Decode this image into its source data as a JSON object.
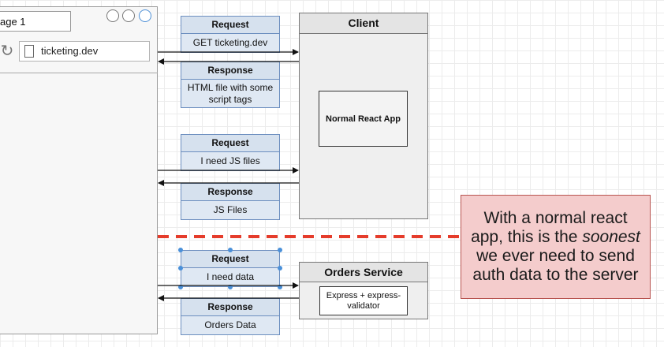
{
  "browser": {
    "tab_label": "age 1",
    "url": "ticketing.dev",
    "icons": [
      "reload-icon",
      "document-icon",
      "window-control-icon"
    ]
  },
  "messages": [
    {
      "header": "Request",
      "body": "GET ticketing.dev"
    },
    {
      "header": "Response",
      "body": "HTML file with some script tags"
    },
    {
      "header": "Request",
      "body": "I need JS files"
    },
    {
      "header": "Response",
      "body": "JS Files"
    },
    {
      "header": "Request",
      "body": "I need data"
    },
    {
      "header": "Response",
      "body": "Orders Data"
    }
  ],
  "client": {
    "title": "Client",
    "app_label": "Normal React App"
  },
  "orders_service": {
    "title": "Orders Service",
    "tech_label": "Express + express-validator"
  },
  "note": {
    "before": "With a normal react app, this is the",
    "emphasis": "soonest",
    "after": "we ever need to send auth data to the server"
  },
  "colors": {
    "message_fill": "#dfe8f3",
    "message_border": "#6c8ebf",
    "note_fill": "#f4cccc",
    "note_border": "#b85450",
    "divider": "#e53c2b",
    "selection": "#4a90d9"
  }
}
